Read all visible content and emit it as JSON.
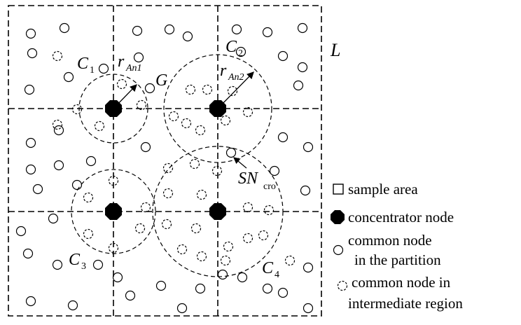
{
  "labels": {
    "boundary": "L",
    "cluster1": "C",
    "cluster1_sub": "1",
    "cluster2": "C",
    "cluster2_sub": "2",
    "cluster3": "C",
    "cluster3_sub": "3",
    "cluster4": "C",
    "cluster4_sub": "4",
    "radius1": "r",
    "radius1_sub": "An1",
    "radius2": "r",
    "radius2_sub": "An2",
    "gateway": "G",
    "cross_node": "SN",
    "cross_node_sub": "cro"
  },
  "legend": {
    "sample_area": "sample area",
    "concentrator": "concentrator node",
    "common_partition_line1": "common node",
    "common_partition_line2": "in the partition",
    "common_intermediate_line1": "common node in",
    "common_intermediate_line2": "intermediate region"
  },
  "colors": {
    "stroke": "#000000",
    "concentrator_fill": "#000000"
  }
}
